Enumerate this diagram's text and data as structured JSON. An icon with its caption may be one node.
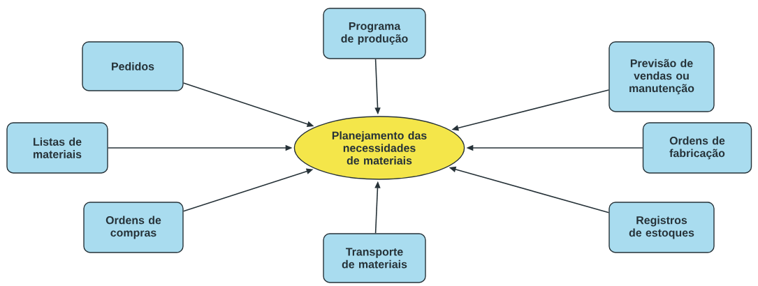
{
  "diagram": {
    "nodes": [
      {
        "text": [
          "Programa de produção"
        ]
      },
      {
        "text": [
          "Pedidos"
        ]
      },
      {
        "text": [
          "Previsão de vendas ou manutenção"
        ]
      },
      {
        "text": [
          "Listas de materiais"
        ]
      },
      {
        "text": [
          "Planejamento das necessidades de materiais"
        ]
      },
      {
        "text": [
          "Ordens de fabricação"
        ]
      },
      {
        "text": [
          "Ordens de compras"
        ]
      },
      {
        "text": [
          "Registros de estoques"
        ]
      },
      {
        "text": [
          "Transporte de materiais"
        ]
      }
    ],
    "edges": [
      {
        "from": 0,
        "to": 4,
        "arrow": "to"
      },
      {
        "from": 1,
        "to": 4,
        "arrow": "to"
      },
      {
        "from": 2,
        "to": 4,
        "arrow": "to"
      },
      {
        "from": 3,
        "to": 4,
        "arrow": "to"
      },
      {
        "from": 5,
        "to": 4,
        "arrow": "to"
      },
      {
        "from": 6,
        "to": 4,
        "arrow": "to"
      },
      {
        "from": 7,
        "to": 4,
        "arrow": "to"
      },
      {
        "from": 8,
        "to": 4,
        "arrow": "to"
      }
    ]
  }
}
